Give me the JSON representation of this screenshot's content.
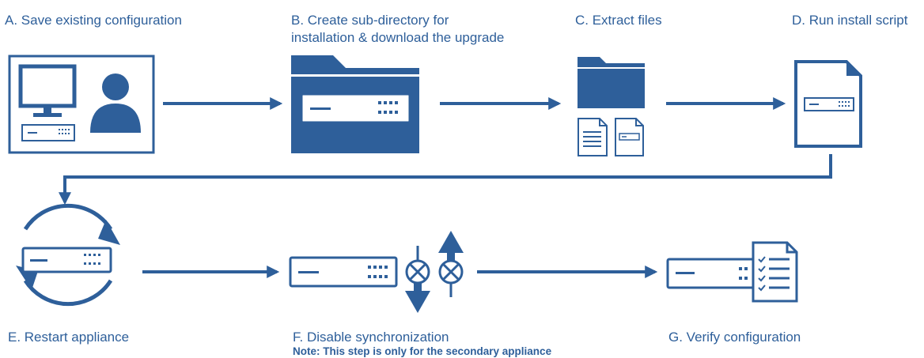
{
  "steps": {
    "a": {
      "label": "A. Save existing configuration"
    },
    "b": {
      "label_line1": "B. Create sub-directory for",
      "label_line2": "installation & download the upgrade"
    },
    "c": {
      "label": "C. Extract files"
    },
    "d": {
      "label": "D. Run install script"
    },
    "e": {
      "label": "E. Restart appliance"
    },
    "f": {
      "label": "F. Disable synchronization",
      "note": "Note: This step is only for the secondary appliance"
    },
    "g": {
      "label": "G. Verify configuration"
    }
  },
  "colors": {
    "primary": "#2e5f9a",
    "background": "#ffffff"
  },
  "icons": [
    "monitor-icon",
    "user-icon",
    "appliance-icon",
    "folder-icon",
    "document-icon",
    "script-file-icon",
    "restart-cycle-icon",
    "valve-icon",
    "checklist-icon",
    "arrow-icon"
  ]
}
